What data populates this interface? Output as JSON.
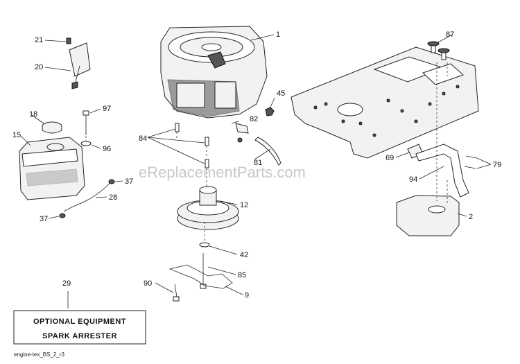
{
  "watermark": "eReplacementParts.com",
  "footer_code": "engine-tex_BS_2_r3",
  "optional_box": {
    "line1": "OPTIONAL EQUIPMENT",
    "line2": "SPARK ARRESTER"
  },
  "callouts": {
    "c1": "1",
    "c2": "2",
    "c9": "9",
    "c12": "12",
    "c15": "15",
    "c18": "18",
    "c20": "20",
    "c21": "21",
    "c28": "28",
    "c29": "29",
    "c37a": "37",
    "c37b": "37",
    "c42": "42",
    "c45": "45",
    "c69": "69",
    "c79": "79",
    "c81": "81",
    "c82": "82",
    "c84": "84",
    "c85": "85",
    "c87": "87",
    "c90": "90",
    "c94": "94",
    "c96": "96",
    "c97": "97"
  }
}
